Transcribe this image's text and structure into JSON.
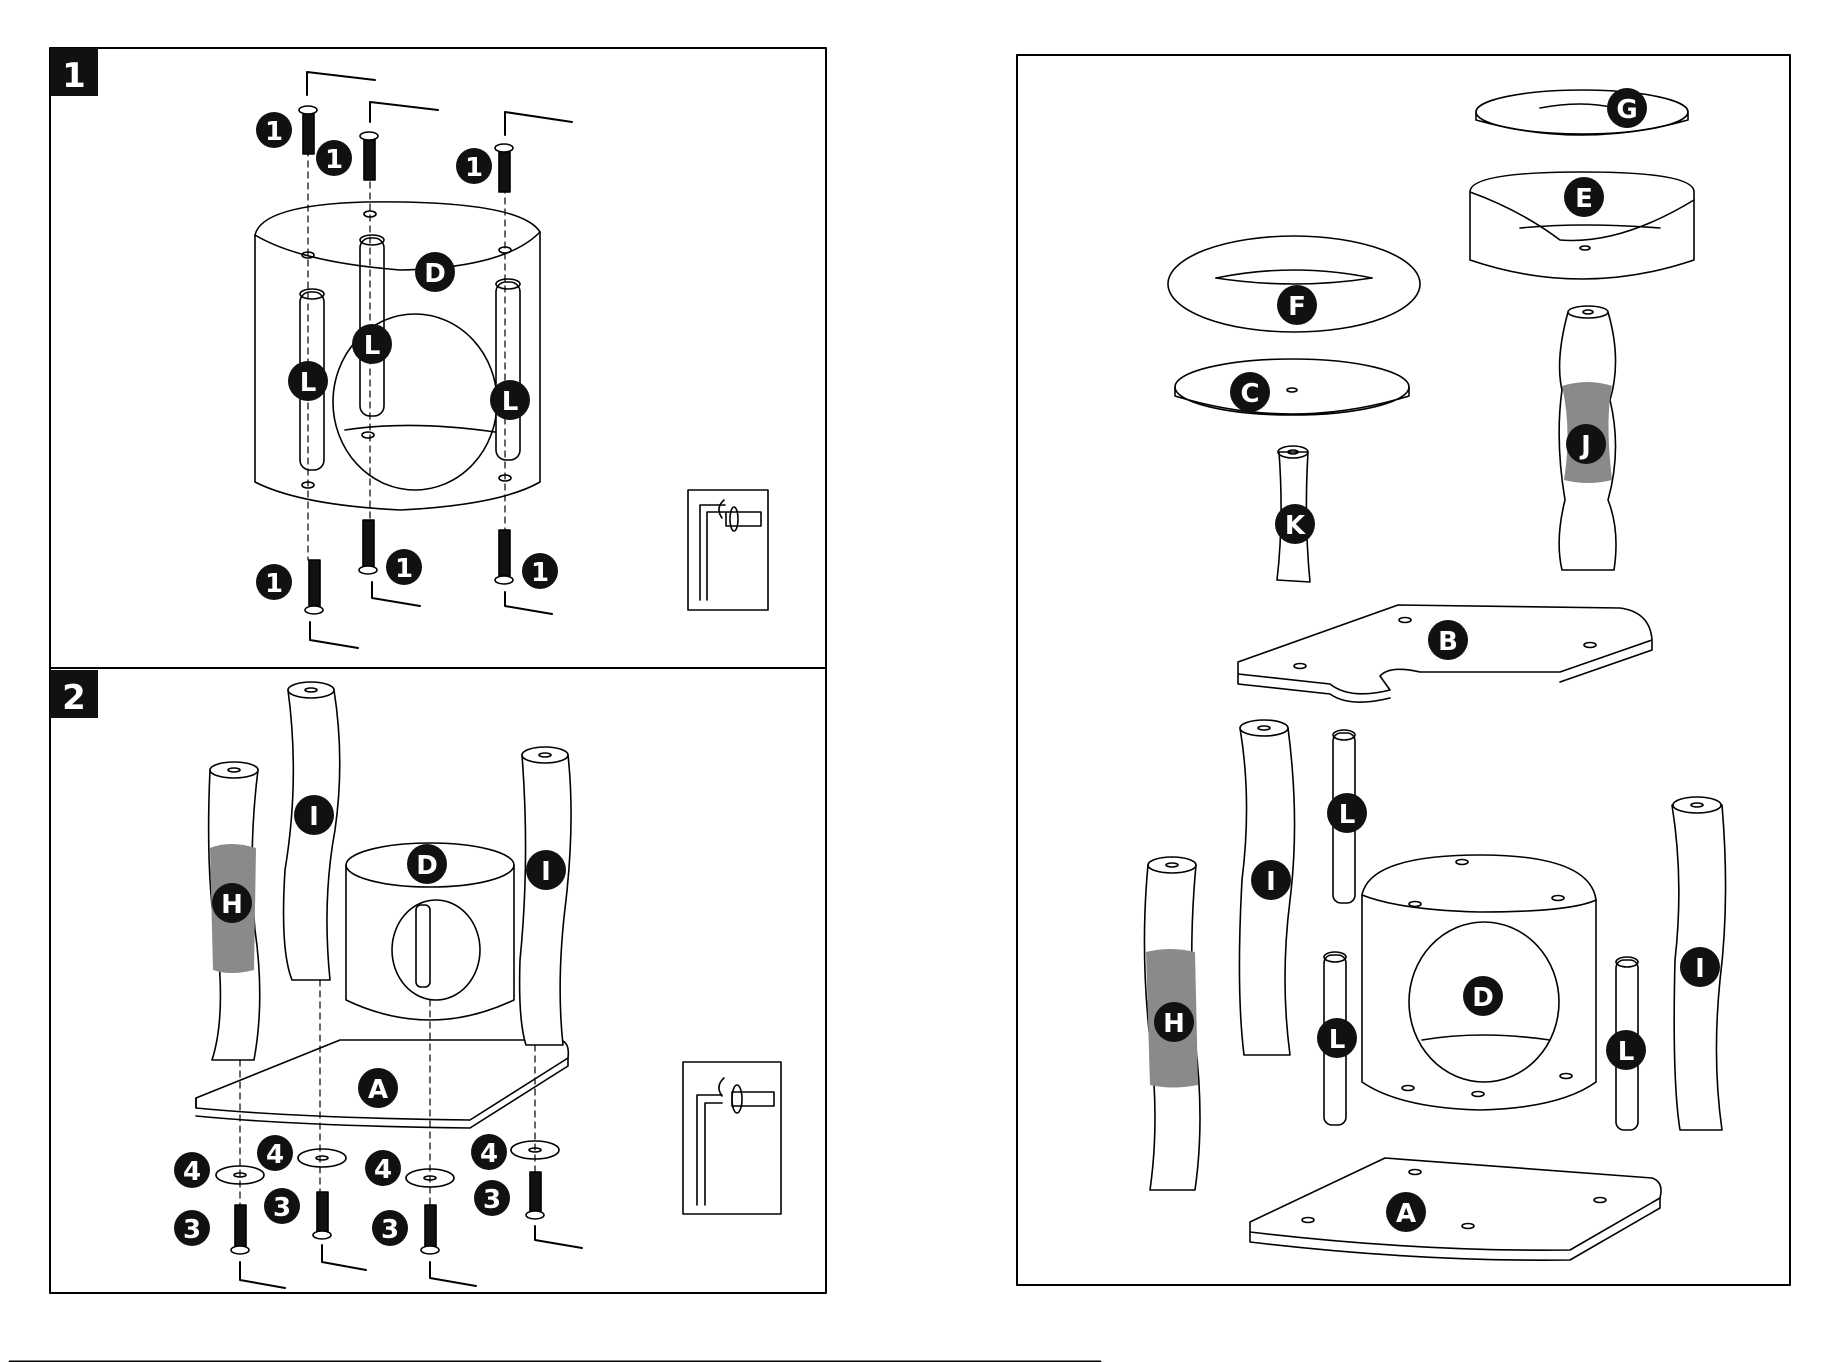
{
  "steps": [
    {
      "number": "1"
    },
    {
      "number": "2"
    }
  ],
  "part_labels": {
    "A": "A",
    "B": "B",
    "C": "C",
    "D": "D",
    "E": "E",
    "F": "F",
    "G": "G",
    "H": "H",
    "I": "I",
    "J": "J",
    "K": "K",
    "L": "L"
  },
  "hardware_labels": {
    "bolt_long": "1",
    "bolt_short": "3",
    "washer": "4"
  },
  "colors": {
    "line": "#000000",
    "sisal_wrap": "#8a8a8a",
    "label_bg": "#111111",
    "label_text": "#ffffff"
  },
  "icons": [
    "allen-key-icon",
    "bolt-icon",
    "washer-icon",
    "tighten-rotation-icon"
  ]
}
